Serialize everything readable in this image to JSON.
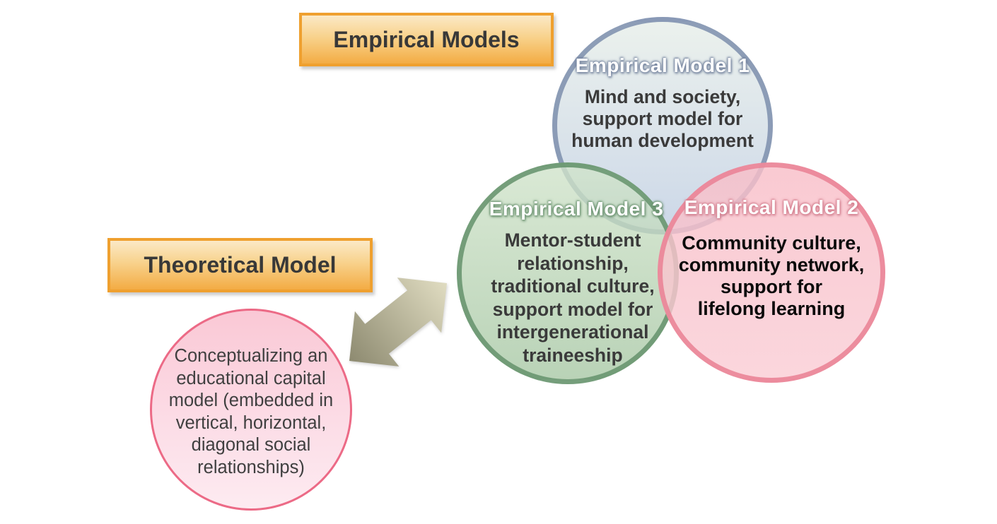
{
  "boxes": {
    "empirical": {
      "label": "Empirical Models"
    },
    "theoretical": {
      "label": "Theoretical Model"
    }
  },
  "circles": {
    "em1": {
      "title": "Empirical Model 1",
      "body": "Mind and society,\nsupport model for\nhuman development",
      "fill_top": "#E7EEE9",
      "fill_bottom": "#C1CFE3",
      "border": "#7D8EAD"
    },
    "em3": {
      "title": "Empirical Model 3",
      "body": "Mentor-student\nrelationship,\ntraditional culture,\nsupport model for\nintergenerational\ntraineeship",
      "fill_top": "#D0E3CA",
      "fill_bottom": "#A8C8A5",
      "border": "#68946E"
    },
    "em2": {
      "title": "Empirical Model 2",
      "body": "Community culture,\ncommunity network,\nsupport for\nlifelong learning",
      "fill_top": "#F8BEC8",
      "fill_bottom": "#FACDD5",
      "border": "#E97E91"
    },
    "theoretical": {
      "body": "Conceptualizing an\neducational capital\nmodel (embedded in\nvertical, horizontal,\ndiagonal social\nrelationships)",
      "fill_top": "#FAC8D5",
      "fill_bottom": "#FDEBF1",
      "border": "#EC6A86"
    }
  },
  "arrow": {
    "name": "double-headed-arrow",
    "color_dark": "#8D8A70",
    "color_light": "#E0DCC1"
  },
  "colors": {
    "box_border": "#EFA02F",
    "box_fill_top": "#FBE9C6",
    "box_fill_bottom": "#F3AC44",
    "box_text": "#383838",
    "circle_title_text": "#FFFFFF",
    "body_text": "#3A3A3A",
    "em2_body_text": "#0A0A0A",
    "background": "#FFFFFF"
  }
}
